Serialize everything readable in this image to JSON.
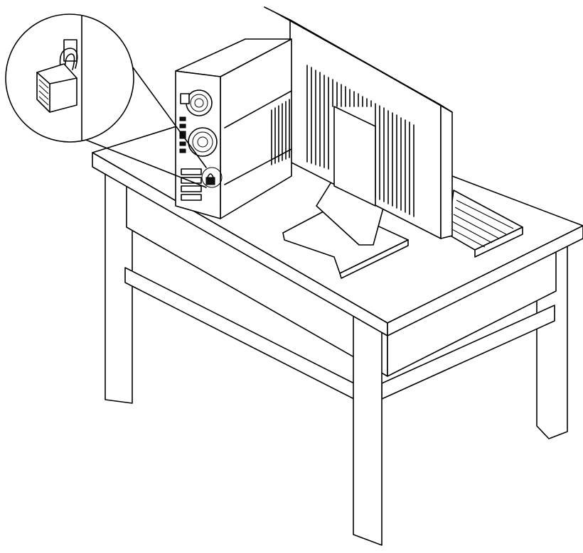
{
  "figure": {
    "objects": [
      "desk",
      "computer-tower",
      "monitor",
      "keyboard",
      "padlock-cable-lock",
      "zoom-callout"
    ],
    "stroke_color": "#000000",
    "fill_color": "#ffffff"
  }
}
